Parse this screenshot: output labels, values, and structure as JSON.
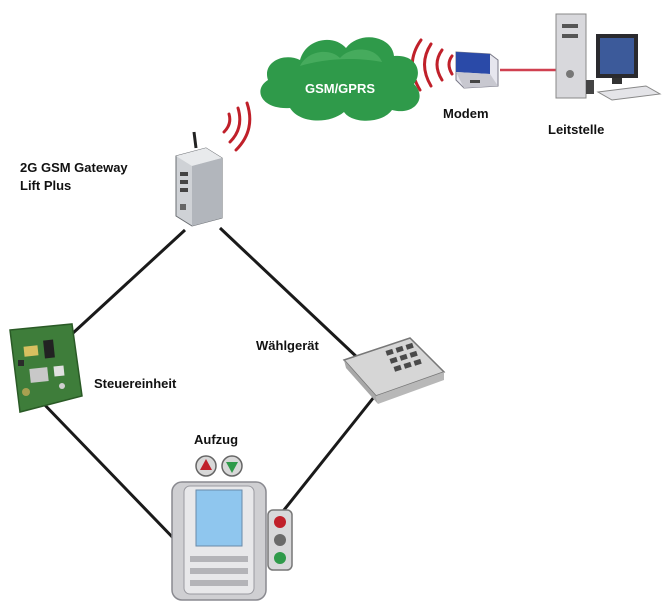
{
  "labels": {
    "cloud": "GSM/GPRS",
    "modem": "Modem",
    "leitstelle": "Leitstelle",
    "gateway_line1": "2G GSM Gateway",
    "gateway_line2": "Lift Plus",
    "steuereinheit": "Steuereinheit",
    "waehlgeraet": "Wählgerät",
    "aufzug": "Aufzug"
  },
  "colors": {
    "cloud": "#2f9a4a",
    "signal": "#c0202a",
    "link": "#d04050",
    "wire": "#1a1a1a",
    "pcb": "#3e7d3a"
  },
  "icons": [
    "cloud-icon",
    "signal-waves-icon",
    "modem-icon",
    "computer-icon",
    "gateway-icon",
    "circuit-board-icon",
    "dialer-icon",
    "elevator-icon",
    "traffic-light-icon"
  ]
}
